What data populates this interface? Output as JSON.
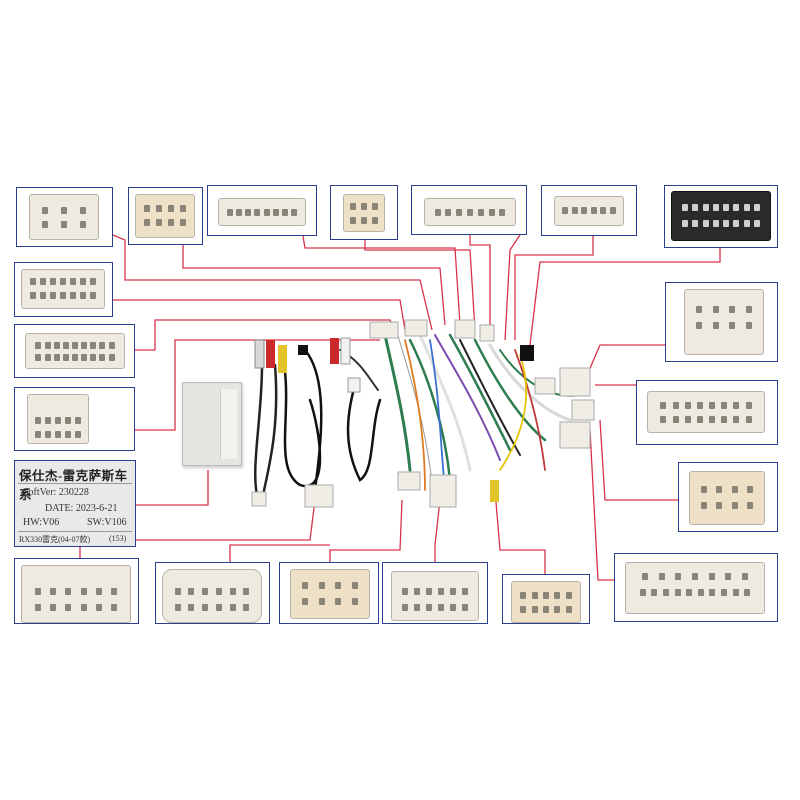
{
  "label": {
    "title": "保仕杰-雷克萨斯车系",
    "softver": "SoftVer:  230228",
    "date": "DATE:  2023-6-21",
    "hw": "HW:V06",
    "sw": "SW:V106",
    "model": "RX330雷克(04-07款)",
    "code": "(153)"
  },
  "colors": {
    "frame": "#2b3f8f",
    "leader": "#d9324a",
    "connector": "#eeeae2"
  },
  "icons": [
    "wiring-harness",
    "rca-plugs",
    "can-module",
    "connector-plug"
  ]
}
